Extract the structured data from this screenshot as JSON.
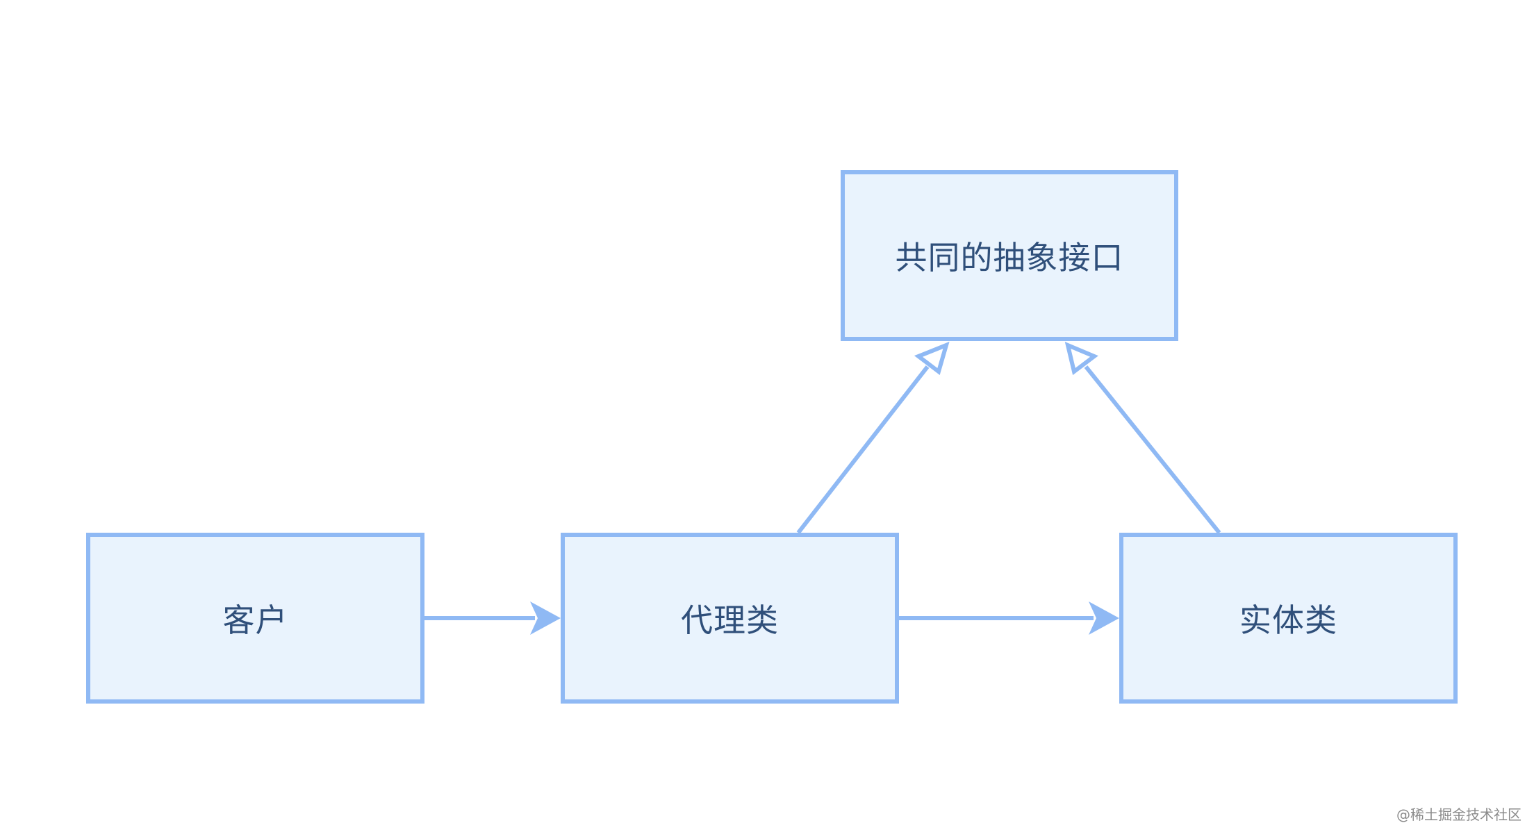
{
  "diagram": {
    "nodes": {
      "interface": "共同的抽象接口",
      "client": "客户",
      "proxy": "代理类",
      "real": "实体类"
    },
    "edges": [
      {
        "from": "client",
        "to": "proxy",
        "style": "filled-arrow"
      },
      {
        "from": "proxy",
        "to": "real",
        "style": "filled-arrow"
      },
      {
        "from": "proxy",
        "to": "interface",
        "style": "hollow-triangle"
      },
      {
        "from": "real",
        "to": "interface",
        "style": "hollow-triangle"
      }
    ],
    "colors": {
      "node_fill": "#e9f3fd",
      "node_border": "#8fb9f4",
      "edge": "#8fb9f4",
      "text": "#2f4f7a"
    }
  },
  "watermark": "@稀土掘金技术社区"
}
